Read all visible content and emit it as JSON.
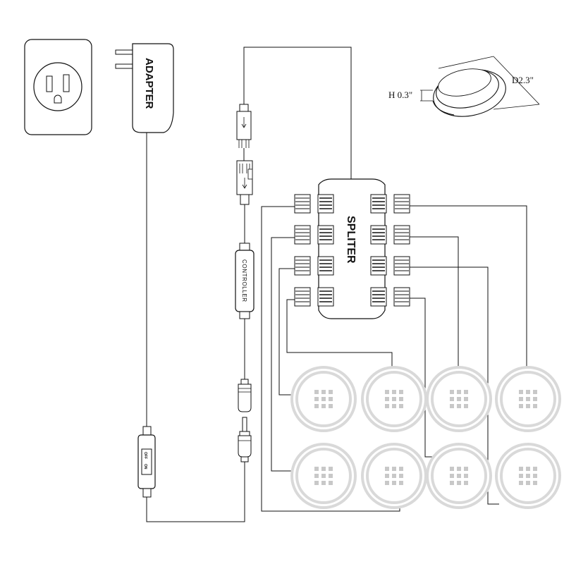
{
  "labels": {
    "adapter": "ADAPTER",
    "splitter": "SPLITER",
    "controller": "CONTROLLER",
    "height": "H 0.3\"",
    "diameter": "D2.3\"",
    "switch_off": "OFF",
    "switch_on": "ON"
  },
  "colors": {
    "line": "#111111",
    "light_ring": "#d9d9d9",
    "led": "#c8c8c8"
  },
  "icons": {
    "outlet": "wall-outlet-icon",
    "plug": "power-adapter-icon",
    "light": "puck-light-icon"
  }
}
